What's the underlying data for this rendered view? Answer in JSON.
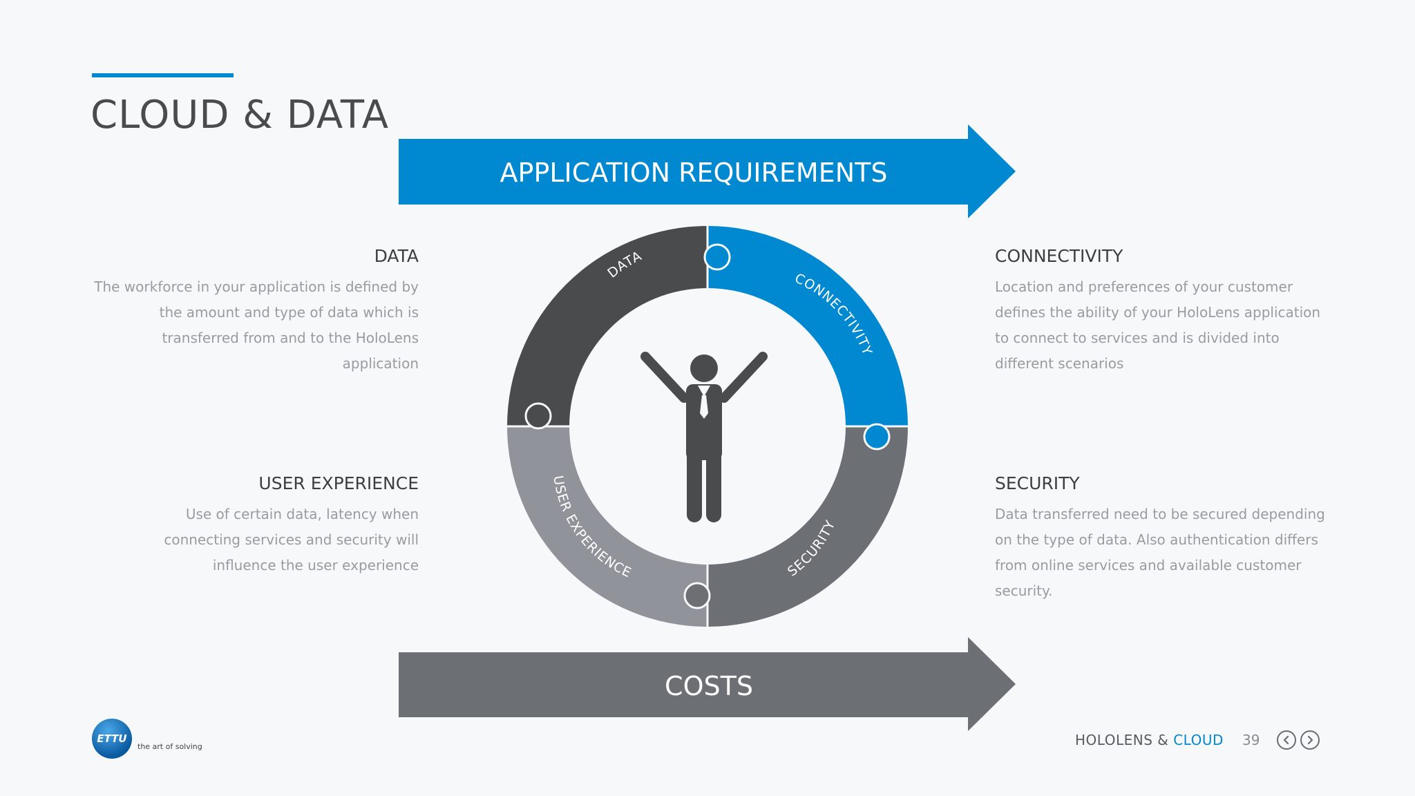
{
  "page_title": "CLOUD & DATA",
  "colors": {
    "accent_blue": "#0088d1",
    "dark_segment": "#4a4b4d",
    "mid_segment": "#6c6f73",
    "light_segment": "#90939a",
    "costs_arrow": "#6c6f73"
  },
  "diagram": {
    "top_arrow_label": "APPLICATION REQUIREMENTS",
    "bottom_arrow_label": "COSTS",
    "segments": {
      "data": "DATA",
      "connectivity": "CONNECTIVITY",
      "security": "SECURITY",
      "user_experience": "USER EXPERIENCE"
    },
    "center_icon": "person-arms-raised-icon"
  },
  "blocks": {
    "data": {
      "title": "DATA",
      "description": "The workforce in your application is defined by the amount and type of data which is transferred from and to the HoloLens application"
    },
    "user_experience": {
      "title": "USER EXPERIENCE",
      "description": "Use of certain data, latency when connecting services and security will influence the user experience"
    },
    "connectivity": {
      "title": "CONNECTIVITY",
      "description": "Location and preferences of your customer defines the ability of your HoloLens application to connect to services and is divided into different scenarios"
    },
    "security": {
      "title": "SECURITY",
      "description": "Data transferred need to be secured depending on the type of data. Also authentication differs from online services and available customer security."
    }
  },
  "footer": {
    "logo_text": "ETTU",
    "logo_tagline": "the art of solving",
    "section_prefix": "HOLOLENS & ",
    "section_accent": "CLOUD",
    "page_number": "39",
    "prev_icon": "chevron-left-icon",
    "next_icon": "chevron-right-icon"
  }
}
